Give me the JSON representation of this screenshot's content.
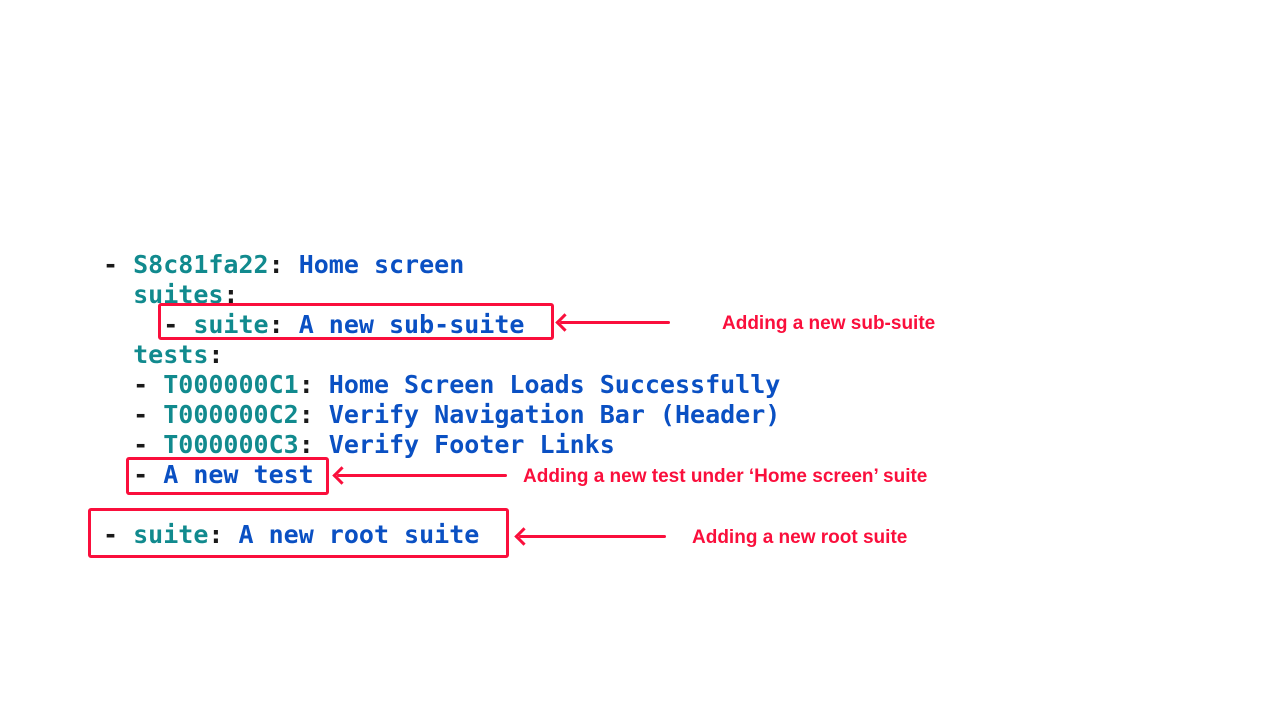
{
  "colors": {
    "key": "#118A8E",
    "value": "#0A50C3",
    "punct": "#1A1A1A",
    "annotation": "#FA0F3C",
    "background": "#FFFFFF"
  },
  "code": {
    "lines": [
      {
        "tokens": [
          {
            "t": "- ",
            "c": "p"
          },
          {
            "t": "S8c81fa22",
            "c": "k"
          },
          {
            "t": ":",
            "c": "p"
          },
          {
            "t": " Home screen",
            "c": "v"
          }
        ]
      },
      {
        "tokens": [
          {
            "t": "  ",
            "c": "p"
          },
          {
            "t": "suites",
            "c": "k"
          },
          {
            "t": ":",
            "c": "p"
          }
        ]
      },
      {
        "tokens": [
          {
            "t": "    - ",
            "c": "p"
          },
          {
            "t": "suite",
            "c": "k"
          },
          {
            "t": ":",
            "c": "p"
          },
          {
            "t": " A new sub-suite",
            "c": "v"
          }
        ]
      },
      {
        "tokens": [
          {
            "t": "  ",
            "c": "p"
          },
          {
            "t": "tests",
            "c": "k"
          },
          {
            "t": ":",
            "c": "p"
          }
        ]
      },
      {
        "tokens": [
          {
            "t": "  - ",
            "c": "p"
          },
          {
            "t": "T000000C1",
            "c": "k"
          },
          {
            "t": ":",
            "c": "p"
          },
          {
            "t": " Home Screen Loads Successfully",
            "c": "v"
          }
        ]
      },
      {
        "tokens": [
          {
            "t": "  - ",
            "c": "p"
          },
          {
            "t": "T000000C2",
            "c": "k"
          },
          {
            "t": ":",
            "c": "p"
          },
          {
            "t": " Verify Navigation Bar (Header)",
            "c": "v"
          }
        ]
      },
      {
        "tokens": [
          {
            "t": "  - ",
            "c": "p"
          },
          {
            "t": "T000000C3",
            "c": "k"
          },
          {
            "t": ":",
            "c": "p"
          },
          {
            "t": " Verify Footer Links",
            "c": "v"
          }
        ]
      },
      {
        "tokens": [
          {
            "t": "  - ",
            "c": "p"
          },
          {
            "t": "A new test",
            "c": "v"
          }
        ]
      },
      {
        "tokens": []
      },
      {
        "tokens": [
          {
            "t": "- ",
            "c": "p"
          },
          {
            "t": "suite",
            "c": "k"
          },
          {
            "t": ":",
            "c": "p"
          },
          {
            "t": " A new root suite",
            "c": "v"
          }
        ]
      }
    ]
  },
  "annotations": [
    {
      "label": "Adding a new sub-suite"
    },
    {
      "label": "Adding a new test under ‘Home screen’ suite"
    },
    {
      "label": "Adding a new root suite"
    }
  ]
}
